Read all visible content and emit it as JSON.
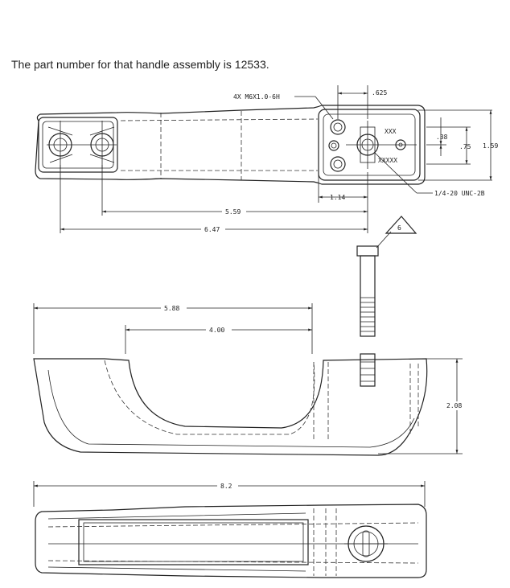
{
  "caption": "The part number for that handle assembly is 12533.",
  "dimensions": {
    "thread_holes": "4X M6X1.0-6H",
    "d_625": ".625",
    "d_38": ".38",
    "d_75": ".75",
    "d_159": "1.59",
    "d_114": "1.14",
    "tap": "1/4-20 UNC-2B",
    "d_559": "5.59",
    "d_647": "6.47",
    "d_588": "5.88",
    "d_400": "4.00",
    "d_208": "2.08",
    "d_82": "8.2"
  },
  "callout": "6",
  "marks": {
    "xxx_top": "XXX",
    "xxx_bottom": "XXXXX"
  }
}
